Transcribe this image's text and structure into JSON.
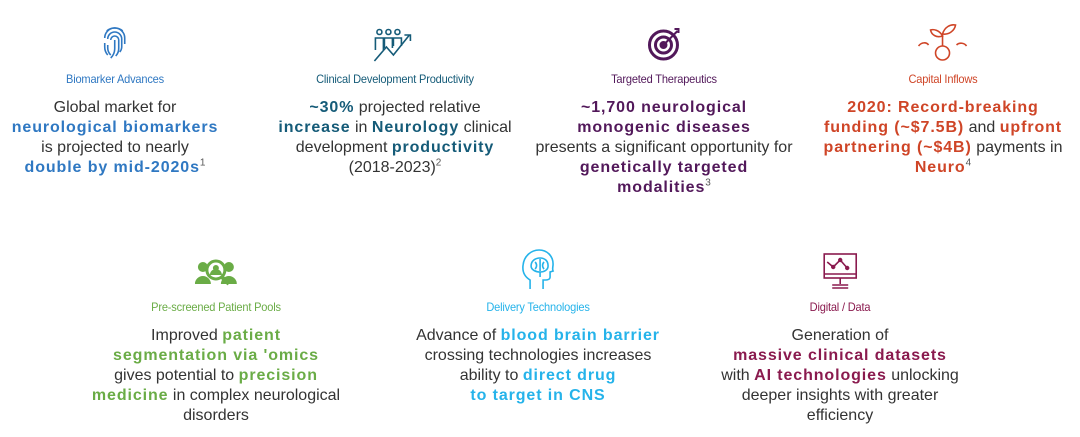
{
  "colors": {
    "biomarker": "#2f78c2",
    "clinical": "#155b78",
    "targeted": "#52185a",
    "capital": "#cf4527",
    "patient": "#6aac46",
    "delivery": "#25b3ea",
    "digital": "#8a1a4e"
  },
  "cards": [
    {
      "key": "biomarker",
      "icon": "fingerprint-icon",
      "title": "Biomarker Advances",
      "lines": [
        [
          {
            "t": "Global market for"
          }
        ],
        [
          {
            "t": "neurological biomarkers",
            "b": 1
          }
        ],
        [
          {
            "t": "is projected to nearly"
          }
        ],
        [
          {
            "t": "double by mid-2020s",
            "b": 1
          },
          {
            "t": "1",
            "sup": 1
          }
        ]
      ]
    },
    {
      "key": "clinical",
      "icon": "people-growth-icon",
      "title": "Clinical Development Productivity",
      "lines": [
        [
          {
            "t": "~30%",
            "b": 1
          },
          {
            "t": " projected relative"
          }
        ],
        [
          {
            "t": "increase",
            "b": 1
          },
          {
            "t": " in "
          },
          {
            "t": "Neurology",
            "b": 1
          },
          {
            "t": " clinical"
          }
        ],
        [
          {
            "t": "development "
          },
          {
            "t": "productivity",
            "b": 1
          }
        ],
        [
          {
            "t": "(2018-2023)"
          },
          {
            "t": "2",
            "sup": 1
          }
        ]
      ]
    },
    {
      "key": "targeted",
      "icon": "target-icon",
      "title": "Targeted Therapeutics",
      "lines": [
        [
          {
            "t": "~1,700 neurological",
            "b": 1
          }
        ],
        [
          {
            "t": "monogenic diseases",
            "b": 1
          }
        ],
        [
          {
            "t": "presents a significant opportunity for"
          }
        ],
        [
          {
            "t": "genetically targeted",
            "b": 1
          }
        ],
        [
          {
            "t": "modalities",
            "b": 1
          },
          {
            "t": "3",
            "sup": 1
          }
        ]
      ]
    },
    {
      "key": "capital",
      "icon": "sprout-icon",
      "title": "Capital Inflows",
      "lines": [
        [
          {
            "t": "2020: Record-breaking",
            "b": 1
          }
        ],
        [
          {
            "t": "funding (~$7.5B)",
            "b": 1
          },
          {
            "t": " and "
          },
          {
            "t": "upfront",
            "b": 1
          }
        ],
        [
          {
            "t": "partnering (~$4B)",
            "b": 1
          },
          {
            "t": " payments in"
          }
        ],
        [
          {
            "t": "Neuro",
            "b": 1
          },
          {
            "t": "4",
            "sup": 1
          }
        ]
      ]
    },
    {
      "key": "patient",
      "icon": "patient-search-icon",
      "title": "Pre-screened Patient Pools",
      "lines": [
        [
          {
            "t": "Improved "
          },
          {
            "t": "patient",
            "b": 1
          }
        ],
        [
          {
            "t": "segmentation via 'omics",
            "b": 1
          }
        ],
        [
          {
            "t": "gives potential to "
          },
          {
            "t": "precision",
            "b": 1
          }
        ],
        [
          {
            "t": "medicine",
            "b": 1
          },
          {
            "t": " in complex neurological"
          }
        ],
        [
          {
            "t": "disorders"
          }
        ]
      ]
    },
    {
      "key": "delivery",
      "icon": "brain-head-icon",
      "title": "Delivery Technologies",
      "lines": [
        [
          {
            "t": "Advance of "
          },
          {
            "t": "blood brain barrier",
            "b": 1
          }
        ],
        [
          {
            "t": "crossing technologies increases"
          }
        ],
        [
          {
            "t": "ability to "
          },
          {
            "t": "direct drug",
            "b": 1
          }
        ],
        [
          {
            "t": "to target in CNS",
            "b": 1
          }
        ]
      ]
    },
    {
      "key": "digital",
      "icon": "monitor-chart-icon",
      "title": "Digital / Data",
      "lines": [
        [
          {
            "t": "Generation of"
          }
        ],
        [
          {
            "t": "massive clinical datasets",
            "b": 1
          }
        ],
        [
          {
            "t": "with "
          },
          {
            "t": "AI technologies",
            "b": 1
          },
          {
            "t": " unlocking"
          }
        ],
        [
          {
            "t": "deeper insights with greater"
          }
        ],
        [
          {
            "t": "efficiency"
          }
        ]
      ]
    }
  ]
}
